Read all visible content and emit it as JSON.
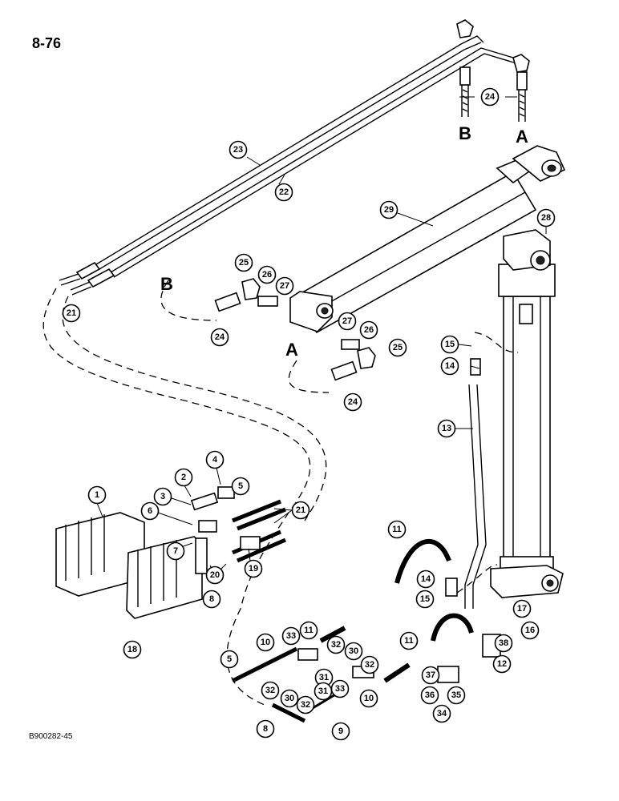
{
  "page": {
    "number": "8-76",
    "figure_id": "B900282-45"
  },
  "port_letters": {
    "top_b": "B",
    "top_a": "A",
    "mid_b": "B",
    "mid_a": "A"
  },
  "callouts": {
    "c1": "1",
    "c2": "2",
    "c3": "3",
    "c4": "4",
    "c5": "5",
    "c5b": "5",
    "c6": "6",
    "c7": "7",
    "c8": "8",
    "c8b": "8",
    "c9": "9",
    "c10": "10",
    "c10b": "10",
    "c11": "11",
    "c11b": "11",
    "c11c": "11",
    "c12": "12",
    "c13": "13",
    "c14": "14",
    "c14b": "14",
    "c15": "15",
    "c15b": "15",
    "c16": "16",
    "c17": "17",
    "c18": "18",
    "c19": "19",
    "c20": "20",
    "c21": "21",
    "c21b": "21",
    "c22": "22",
    "c23": "23",
    "c24": "24",
    "c24b": "24",
    "c24c": "24",
    "c25": "25",
    "c25b": "25",
    "c26": "26",
    "c26b": "26",
    "c27": "27",
    "c27b": "27",
    "c28": "28",
    "c29": "29",
    "c30": "30",
    "c30b": "30",
    "c31": "31",
    "c31b": "31",
    "c32": "32",
    "c32b": "32",
    "c32c": "32",
    "c32d": "32",
    "c33": "33",
    "c33b": "33",
    "c34": "34",
    "c35": "35",
    "c36": "36",
    "c37": "37",
    "c38": "38"
  }
}
